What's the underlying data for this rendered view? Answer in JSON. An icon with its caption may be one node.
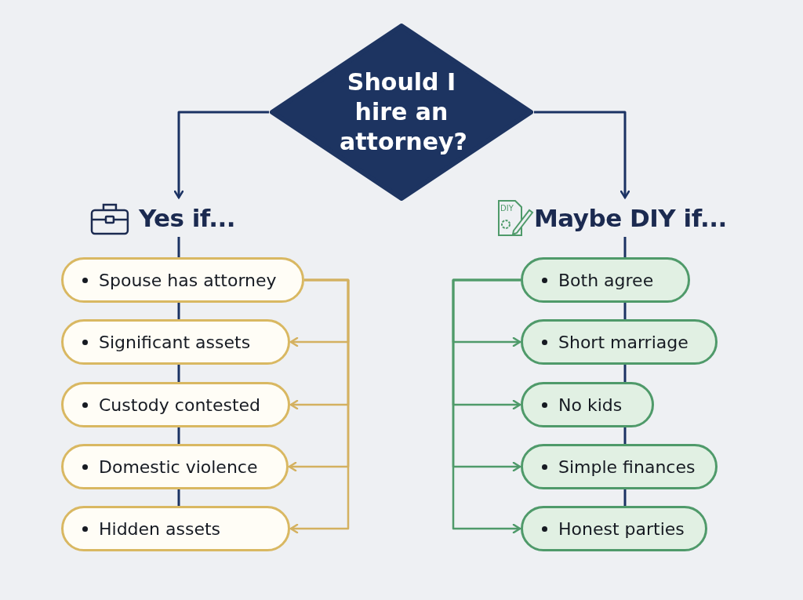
{
  "diagram": {
    "nodes": [
      {
        "text": [
          "Should I hire an attorney?"
        ]
      },
      {
        "text": [
          "Yes if..."
        ]
      },
      {
        "text": [
          "Maybe DIY if..."
        ]
      },
      {
        "text": [
          "Spouse has attorney"
        ]
      },
      {
        "text": [
          "Significant assets"
        ]
      },
      {
        "text": [
          "Custody contested"
        ]
      },
      {
        "text": [
          "Domestic violence"
        ]
      },
      {
        "text": [
          "Hidden assets"
        ]
      },
      {
        "text": [
          "Both agree"
        ]
      },
      {
        "text": [
          "Short marriage"
        ]
      },
      {
        "text": [
          "No kids"
        ]
      },
      {
        "text": [
          "Simple finances"
        ]
      },
      {
        "text": [
          "Honest parties"
        ]
      }
    ],
    "edges": [
      {
        "from": 0,
        "to": 1,
        "arrow": "to"
      },
      {
        "from": 0,
        "to": 2,
        "arrow": "to"
      },
      {
        "from": 1,
        "to": 3,
        "arrow": "none"
      },
      {
        "from": 3,
        "to": 4,
        "arrow": "none"
      },
      {
        "from": 4,
        "to": 5,
        "arrow": "none"
      },
      {
        "from": 5,
        "to": 6,
        "arrow": "none"
      },
      {
        "from": 6,
        "to": 7,
        "arrow": "none"
      },
      {
        "from": 2,
        "to": 8,
        "arrow": "none"
      },
      {
        "from": 8,
        "to": 9,
        "arrow": "none"
      },
      {
        "from": 9,
        "to": 10,
        "arrow": "none"
      },
      {
        "from": 10,
        "to": 11,
        "arrow": "none"
      },
      {
        "from": 11,
        "to": 12,
        "arrow": "none"
      },
      {
        "from": 3,
        "to": 4,
        "arrow": "to",
        "color": "#d4b160"
      },
      {
        "from": 3,
        "to": 5,
        "arrow": "to",
        "color": "#d4b160"
      },
      {
        "from": 3,
        "to": 6,
        "arrow": "to",
        "color": "#d4b160"
      },
      {
        "from": 3,
        "to": 7,
        "arrow": "to",
        "color": "#d4b160"
      },
      {
        "from": 8,
        "to": 9,
        "arrow": "to",
        "color": "#4f9a6a"
      },
      {
        "from": 8,
        "to": 10,
        "arrow": "to",
        "color": "#4f9a6a"
      },
      {
        "from": 8,
        "to": 11,
        "arrow": "to",
        "color": "#4f9a6a"
      },
      {
        "from": 8,
        "to": 12,
        "arrow": "to",
        "color": "#4f9a6a"
      }
    ],
    "labels": [
      "DIY"
    ]
  }
}
